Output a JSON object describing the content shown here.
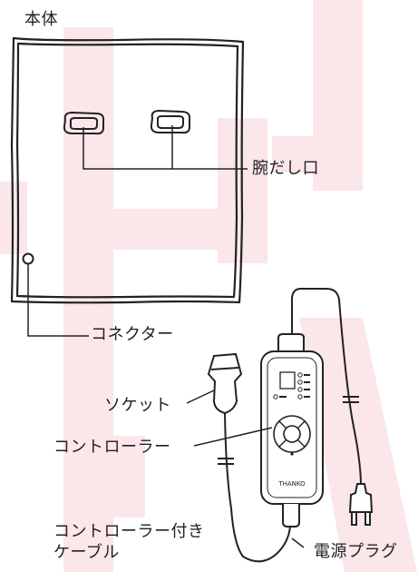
{
  "labels": {
    "body": "本体",
    "arm_opening": "腕だし口",
    "connector": "コネクター",
    "socket": "ソケット",
    "controller": "コントローラー",
    "cable_line1": "コントローラー付き",
    "cable_line2": "ケーブル",
    "power_plug": "電源プラグ",
    "brand": "THANKO"
  },
  "colors": {
    "watermark": "#fbe6ea",
    "line": "#222222",
    "background": "#ffffff"
  }
}
